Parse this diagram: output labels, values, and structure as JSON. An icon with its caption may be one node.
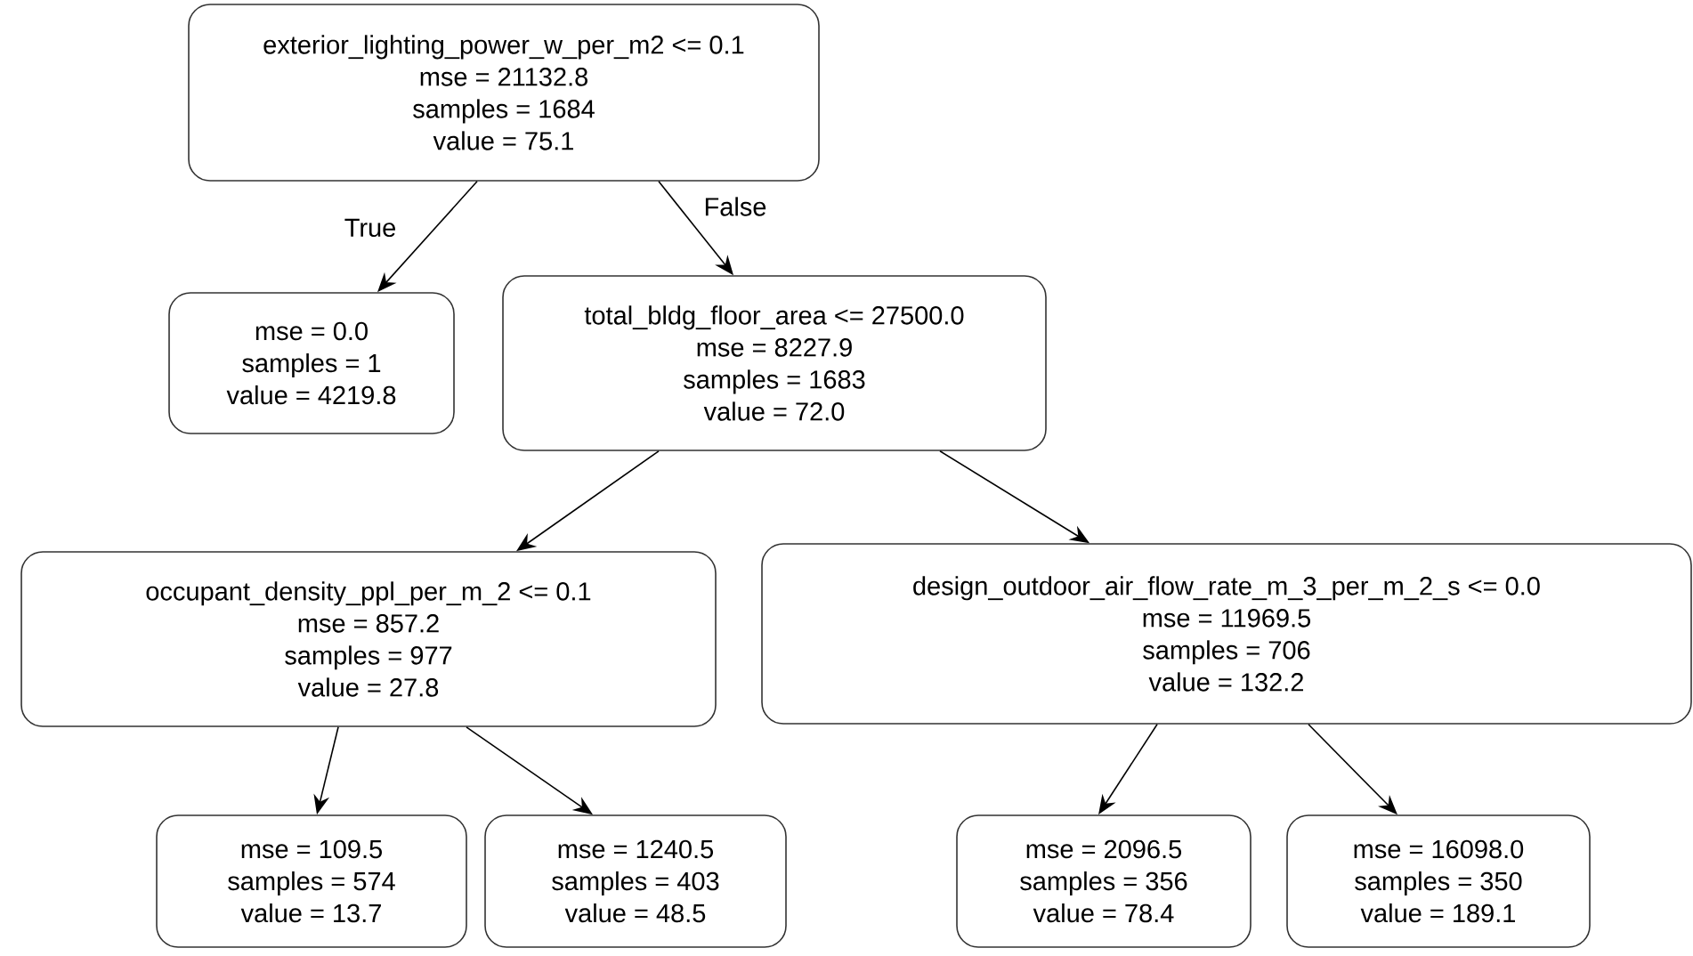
{
  "diagram": {
    "nodes": [
      {
        "text": [
          "exterior_lighting_power_w_per_m2 <= 0.1",
          "mse = 21132.8",
          "samples = 1684",
          "value = 75.1"
        ]
      },
      {
        "text": [
          "mse = 0.0",
          "samples = 1",
          "value = 4219.8"
        ]
      },
      {
        "text": [
          "total_bldg_floor_area <= 27500.0",
          "mse = 8227.9",
          "samples = 1683",
          "value = 72.0"
        ]
      },
      {
        "text": [
          "occupant_density_ppl_per_m_2 <= 0.1",
          "mse = 857.2",
          "samples = 977",
          "value = 27.8"
        ]
      },
      {
        "text": [
          "design_outdoor_air_flow_rate_m_3_per_m_2_s <= 0.0",
          "mse = 11969.5",
          "samples = 706",
          "value = 132.2"
        ]
      },
      {
        "text": [
          "mse = 109.5",
          "samples = 574",
          "value = 13.7"
        ]
      },
      {
        "text": [
          "mse = 1240.5",
          "samples = 403",
          "value = 48.5"
        ]
      },
      {
        "text": [
          "mse = 2096.5",
          "samples = 356",
          "value = 78.4"
        ]
      },
      {
        "text": [
          "mse = 16098.0",
          "samples = 350",
          "value = 189.1"
        ]
      }
    ],
    "edges": [
      {
        "from": 0,
        "to": 1,
        "arrow": "to",
        "label": "True"
      },
      {
        "from": 0,
        "to": 2,
        "arrow": "to",
        "label": "False"
      },
      {
        "from": 2,
        "to": 3,
        "arrow": "to"
      },
      {
        "from": 2,
        "to": 4,
        "arrow": "to"
      },
      {
        "from": 3,
        "to": 5,
        "arrow": "to"
      },
      {
        "from": 3,
        "to": 6,
        "arrow": "to"
      },
      {
        "from": 4,
        "to": 7,
        "arrow": "to"
      },
      {
        "from": 4,
        "to": 8,
        "arrow": "to"
      }
    ]
  }
}
